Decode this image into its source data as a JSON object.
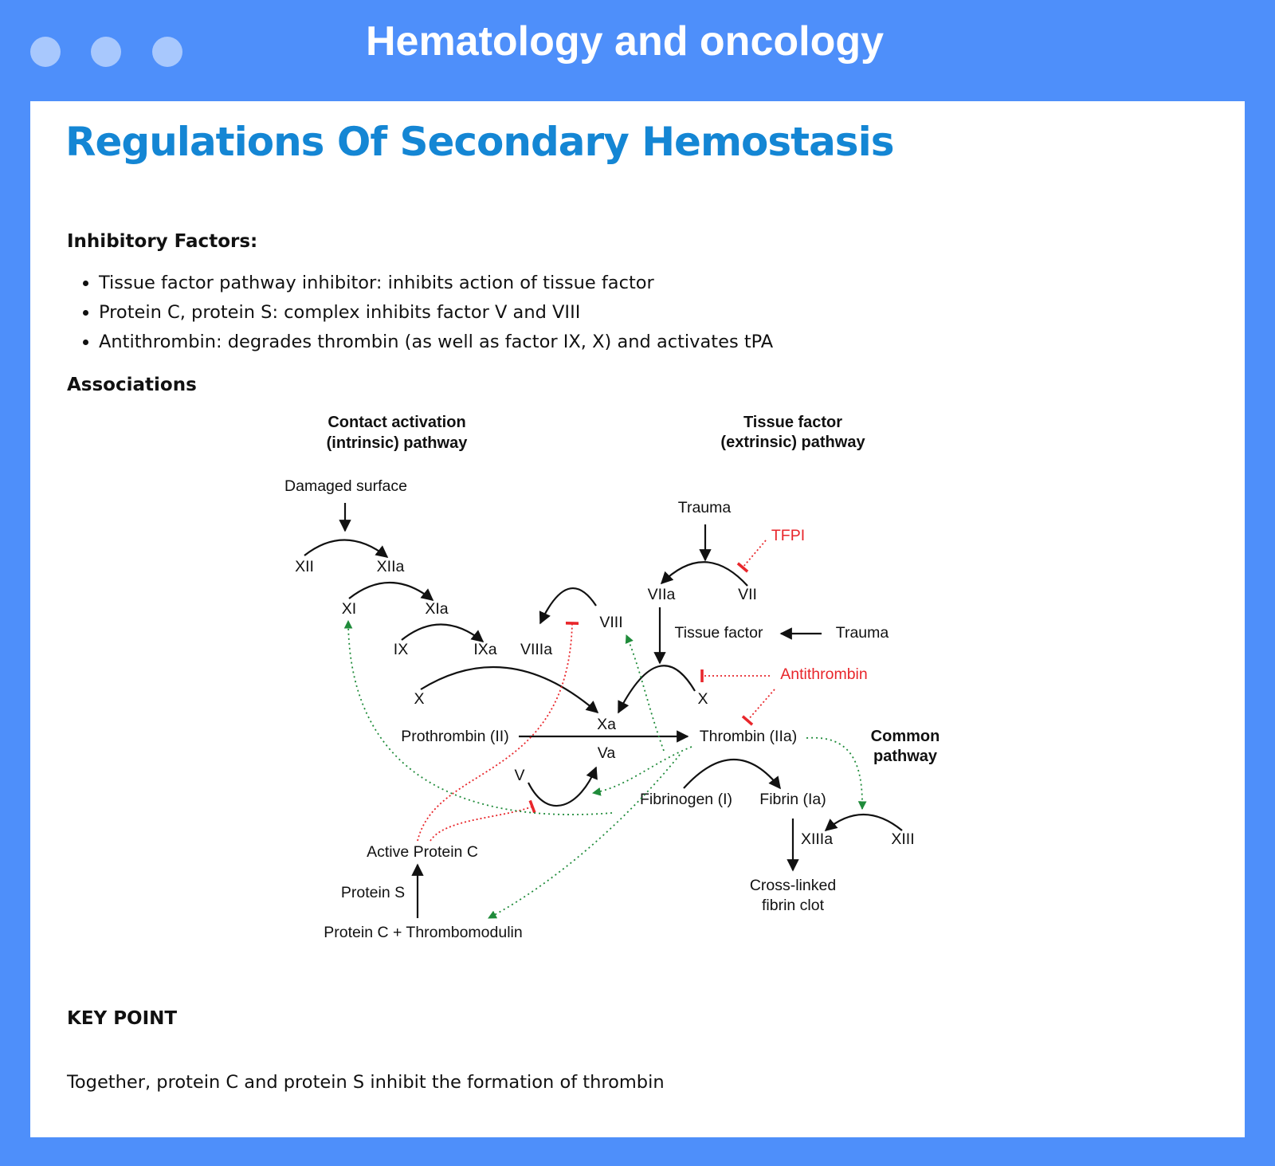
{
  "window": {
    "title": "Hematology and oncology"
  },
  "page": {
    "title": "Regulations Of Secondary Hemostasis"
  },
  "inhibitory": {
    "heading": "Inhibitory Factors:",
    "items": [
      "Tissue factor pathway inhibitor: inhibits action of tissue factor",
      "Protein C, protein S: complex inhibits factor V and VIII",
      "Antithrombin: degrades thrombin (as well as factor IX, X) and activates tPA"
    ]
  },
  "associations": {
    "heading": "Associations"
  },
  "diagram": {
    "intrinsic_header_1": "Contact activation",
    "intrinsic_header_2": "(intrinsic) pathway",
    "extrinsic_header_1": "Tissue factor",
    "extrinsic_header_2": "(extrinsic) pathway",
    "common_header_1": "Common",
    "common_header_2": "pathway",
    "damaged_surface": "Damaged surface",
    "xii": "XII",
    "xiia": "XIIa",
    "xi": "XI",
    "xia": "XIa",
    "ix": "IX",
    "ixa": "IXa",
    "viiia": "VIIIa",
    "viii": "VIII",
    "x_left": "X",
    "xa": "Xa",
    "prothrombin": "Prothrombin (II)",
    "va": "Va",
    "v": "V",
    "active_protein_c": "Active Protein C",
    "protein_s": "Protein S",
    "protein_c_thrombomodulin": "Protein C + Thrombomodulin",
    "trauma_top": "Trauma",
    "tfpi": "TFPI",
    "viia": "VIIa",
    "vii": "VII",
    "tissue_factor": "Tissue factor",
    "trauma_right": "Trauma",
    "antithrombin": "Antithrombin",
    "x_right": "X",
    "thrombin": "Thrombin (IIa)",
    "fibrinogen": "Fibrinogen (I)",
    "fibrin": "Fibrin (Ia)",
    "xiiia": "XIIIa",
    "xiii": "XIII",
    "clot_1": "Cross-linked",
    "clot_2": "fibrin clot"
  },
  "key_point": {
    "heading": "KEY POINT",
    "text": "Together, protein C and protein S inhibit the formation of thrombin"
  },
  "colors": {
    "frame": "#4e8ffa",
    "title_blue": "#1486d4",
    "inhibitor_red": "#e8262b",
    "activator_green": "#1f8b3a"
  }
}
